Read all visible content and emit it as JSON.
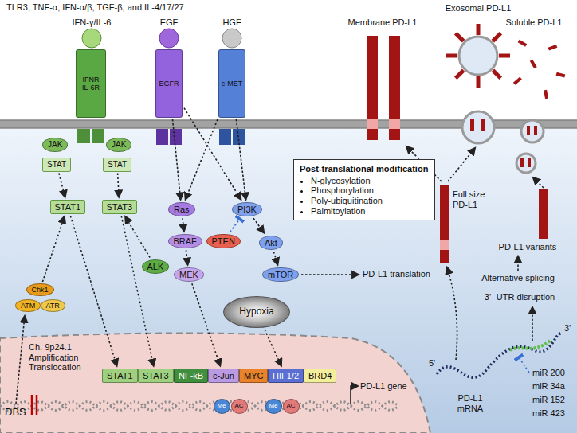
{
  "diagram": {
    "nodes": [
      {
        "text": [
          "IFNR IL-6R"
        ]
      },
      {
        "text": [
          "JAK"
        ]
      },
      {
        "text": [
          "JAK"
        ]
      },
      {
        "text": [
          "STAT"
        ]
      },
      {
        "text": [
          "STAT"
        ]
      },
      {
        "text": [
          "EGFR"
        ]
      },
      {
        "text": [
          "c-MET"
        ]
      },
      {
        "text": [
          "STAT1"
        ]
      },
      {
        "text": [
          "STAT3"
        ]
      },
      {
        "text": [
          "Ras"
        ]
      },
      {
        "text": [
          "PI3K"
        ]
      },
      {
        "text": [
          "PTEN"
        ]
      },
      {
        "text": [
          "BRAF"
        ]
      },
      {
        "text": [
          "Akt"
        ]
      },
      {
        "text": [
          "ALK"
        ]
      },
      {
        "text": [
          "MEK"
        ]
      },
      {
        "text": [
          "mTOR"
        ]
      },
      {
        "text": [
          "Chk1"
        ]
      },
      {
        "text": [
          "ATM"
        ]
      },
      {
        "text": [
          "ATR"
        ]
      },
      {
        "text": [
          "Hypoxia"
        ]
      },
      {
        "text": [
          "Post-translational modification",
          "N-glycosylation",
          "Phosphorylation",
          "Poly-ubiquitination",
          "Palmitoylation"
        ]
      },
      {
        "text": [
          "STAT1"
        ]
      },
      {
        "text": [
          "STAT3"
        ]
      },
      {
        "text": [
          "NF-kB"
        ]
      },
      {
        "text": [
          "c-Jun"
        ]
      },
      {
        "text": [
          "MYC"
        ]
      },
      {
        "text": [
          "HIF1/2"
        ]
      },
      {
        "text": [
          "BRD4"
        ]
      },
      {
        "text": [
          "Me"
        ]
      },
      {
        "text": [
          "AC"
        ]
      },
      {
        "text": [
          "Me"
        ]
      },
      {
        "text": [
          "AC"
        ]
      }
    ],
    "edges": [
      {
        "from": 3,
        "to": 7,
        "arrow": "to"
      },
      {
        "from": 4,
        "to": 8,
        "arrow": "to"
      },
      {
        "from": 7,
        "to": 22,
        "arrow": "to"
      },
      {
        "from": 8,
        "to": 23,
        "arrow": "to"
      },
      {
        "from": 14,
        "to": 8,
        "arrow": "to"
      },
      {
        "from": 17,
        "to": 7,
        "arrow": "to"
      },
      {
        "from": 5,
        "to": 9,
        "arrow": "to"
      },
      {
        "from": 5,
        "to": 10,
        "arrow": "to"
      },
      {
        "from": 6,
        "to": 9,
        "arrow": "to"
      },
      {
        "from": 6,
        "to": 10,
        "arrow": "to"
      },
      {
        "from": 9,
        "to": 12,
        "arrow": "to"
      },
      {
        "from": 12,
        "to": 15,
        "arrow": "to"
      },
      {
        "from": 15,
        "to": 25,
        "arrow": "to"
      },
      {
        "from": 10,
        "to": 13,
        "arrow": "to"
      },
      {
        "from": 13,
        "to": 16,
        "arrow": "to"
      },
      {
        "from": 11,
        "to": 10,
        "arrow": "to"
      },
      {
        "from": 20,
        "to": 27,
        "arrow": "to"
      }
    ],
    "labels": [
      "TLR3, TNF-α, IFN-α/β, TGF-β, and IL-4/17/27",
      "IFN-γ/IL-6",
      "EGF",
      "HGF",
      "Membrane PD-L1",
      "Exosomal PD-L1",
      "Soluble PD-L1",
      "Full size PD-L1",
      "PD-L1 translation",
      "PD-L1 variants",
      "Alternative splicing",
      "3'- UTR disruption",
      "Ch. 9p24.1 Amplification Translocation",
      "DBS",
      "PD-L1 gene",
      "PD-L1 mRNA",
      "5'",
      "3'",
      "miR 200",
      "miR 34a",
      "miR 152",
      "miR 423"
    ]
  }
}
